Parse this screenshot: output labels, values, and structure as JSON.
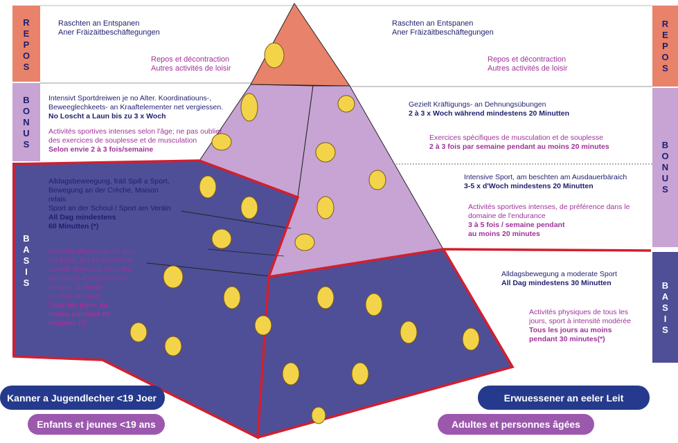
{
  "side_bands": {
    "repos_letters": [
      "R",
      "E",
      "P",
      "O",
      "S"
    ],
    "bonus_letters": [
      "B",
      "O",
      "N",
      "U",
      "S"
    ],
    "basis_letters": [
      "B",
      "A",
      "S",
      "I",
      "S"
    ]
  },
  "repos": {
    "left_lb": [
      "Raschten an Entspanen",
      "Aner Fräizäitbeschäftegungen"
    ],
    "left_fr": [
      "Repos et décontraction",
      "Autres activités de loisir"
    ],
    "right_lb": [
      "Raschten an Entspanen",
      "Aner Fräizäitbeschäftegungen"
    ],
    "right_fr": [
      "Repos et décontraction",
      "Autres activités de loisir"
    ]
  },
  "bonus_kids": {
    "lb": [
      "Intensivt Sportdreiwen je no Alter. Koordinatiouns-,",
      "Beweeglechkeets- an Kraaftelementer net vergiessen."
    ],
    "lb_bold": "No Loscht a Laun bis zu 3 x Woch",
    "fr": [
      "Activités sportives intenses selon l'âge; ne pas oublier",
      "des exercices de souplesse et de musculation"
    ],
    "fr_bold": "Selon envie 2 à 3 fois/semaine"
  },
  "bonus_adults_strength": {
    "lb": "Gezielt Kräftigungs- an Dehnungsübungen",
    "lb_bold": "2 à 3 x Woch während mindestens 20 Minutten",
    "fr": "Exercices spécifiques de musculation et de souplesse",
    "fr_bold": "2 à 3 fois par semaine pendant au moins 20 minutes"
  },
  "bonus_adults_endurance": {
    "lb": "Intensive Sport, am beschten am Ausdauerbäraich",
    "lb_bold": "3-5 x d'Woch mindestens 20 Minutten",
    "fr": [
      "Activités sportives intenses, de préférence dans le",
      "domaine de l'endurance"
    ],
    "fr_bold": [
      "3 à 5 fois / semaine pendant",
      "au moins 20 minutes"
    ]
  },
  "basis_kids": {
    "lb": [
      "Alldagsbeweegung, fräit Spill a Sport,",
      "Bewegung an der Crèche, Maison",
      "relais",
      "Sport an der Schoul / Sport am Veräin"
    ],
    "lb_bold": [
      "All Dag mindestens",
      "60 Minutten (*)"
    ],
    "fr": [
      "Activités physiques de tous",
      "les jours, jeu et sport libre,",
      "activité physique dans les",
      "structures d'accueil pour",
      "enfants, à l'école,",
      "au club de sport."
    ],
    "fr_bold": [
      "Tous les jours au",
      "moins pendant 60",
      "minutes (*)"
    ]
  },
  "basis_adults": {
    "lb": "Alldagsbewegung  a moderate Sport",
    "lb_bold": "All Dag mindestens 30 Minutten",
    "fr": [
      "Activités physiques de tous les",
      "jours, sport à intensité modérée"
    ],
    "fr_bold": [
      "Tous les jours au moins",
      "pendant 30 minutes(*)"
    ]
  },
  "labels": {
    "kids_lb": "Kanner a Jugendlecher <19 Joer",
    "kids_fr": "Enfants et jeunes <19 ans",
    "adults_lb": "Erwuessener an eeler Leit",
    "adults_fr": "Adultes et personnes âgées"
  },
  "colors": {
    "repos": "#e8826a",
    "bonus": "#c7a4d4",
    "basis": "#4e4f97",
    "text_blue": "#1e1e6e",
    "text_pink": "#a0329a",
    "border_red": "#d21f2e",
    "pill_blue": "#253a8c",
    "pill_purple": "#9b58ad"
  }
}
